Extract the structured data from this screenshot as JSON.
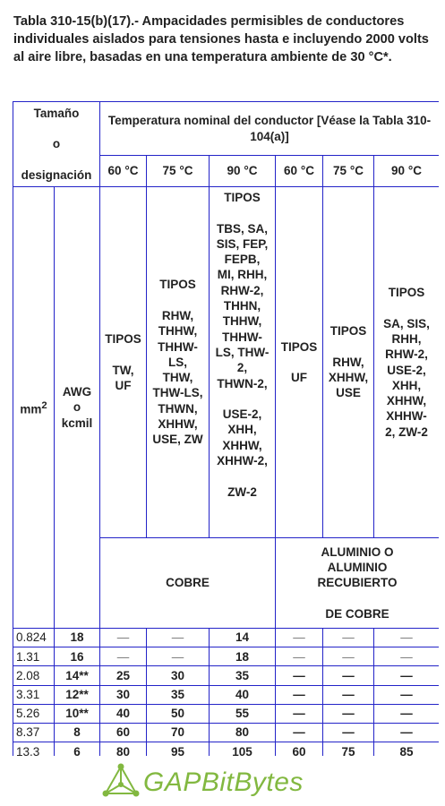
{
  "caption": "Tabla 310-15(b)(17).- Ampacidades permisibles de conductores individuales aislados para tensiones hasta e incluyendo 2000 volts al aire libre, basadas en una temperatura ambiente de 30 °C*.",
  "header": {
    "size_label": "Tamaño\n\no\n\ndesignación",
    "temp_title": "Temperatura nominal del conductor [Véase la Tabla 310-104(a)]",
    "temps": [
      "60 °C",
      "75 °C",
      "90 °C",
      "60 °C",
      "75 °C",
      "90 °C"
    ],
    "mm2_base": "mm",
    "mm2_sup": "2",
    "awg_label": "AWG\no\nkcmil",
    "types": [
      "TIPOS\n\nTW,\nUF",
      "TIPOS\n\nRHW,\nTHHW,\nTHHW-\nLS,\nTHW,\nTHW-LS,\nTHWN,\nXHHW,\nUSE, ZW",
      "TIPOS\n\nTBS, SA,\nSIS, FEP,\nFEPB,\nMI, RHH,\nRHW-2,\nTHHN,\nTHHW,\nTHHW-\nLS, THW-\n2,\nTHWN-2,\n\nUSE-2,\nXHH,\nXHHW,\nXHHW-2,\n\nZW-2",
      "TIPOS\n\nUF",
      "TIPOS\n\nRHW,\nXHHW,\nUSE",
      "TIPOS\n\nSA, SIS,\nRHH,\nRHW-2,\nUSE-2,\nXHH,\nXHHW,\nXHHW-\n2, ZW-2"
    ],
    "copper": "COBRE",
    "aluminum": "ALUMINIO O\nALUMINIO\nRECUBIERTO\n\nDE COBRE"
  },
  "rows": [
    {
      "mm2": "0.824",
      "awg": "18",
      "v": [
        "—",
        "—",
        "14",
        "—",
        "—",
        "—"
      ]
    },
    {
      "mm2": "1.31",
      "awg": "16",
      "v": [
        "—",
        "—",
        "18",
        "—",
        "—",
        "—"
      ]
    },
    {
      "mm2": "2.08",
      "awg": "14**",
      "v": [
        "25",
        "30",
        "35",
        "—",
        "—",
        "—"
      ]
    },
    {
      "mm2": "3.31",
      "awg": "12**",
      "v": [
        "30",
        "35",
        "40",
        "—",
        "—",
        "—"
      ]
    },
    {
      "mm2": "5.26",
      "awg": "10**",
      "v": [
        "40",
        "50",
        "55",
        "—",
        "—",
        "—"
      ]
    },
    {
      "mm2": "8.37",
      "awg": "8",
      "v": [
        "60",
        "70",
        "80",
        "—",
        "—",
        "—"
      ]
    },
    {
      "mm2": "13.3",
      "awg": "6",
      "v": [
        "80",
        "95",
        "105",
        "60",
        "75",
        "85"
      ]
    }
  ],
  "brand": {
    "name": "GAPBitBytes",
    "color": "#82b840",
    "logo_icon": "triangle-network-logo"
  }
}
